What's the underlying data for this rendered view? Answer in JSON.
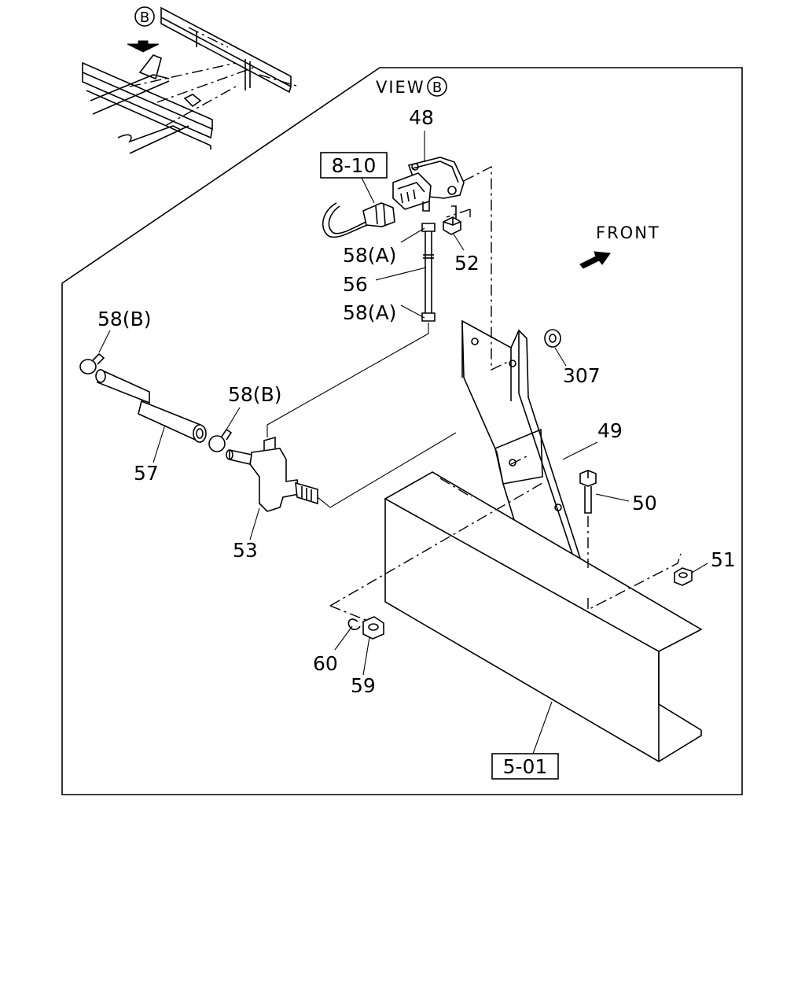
{
  "view": {
    "prefix": "VIEW",
    "marker": "B"
  },
  "inset_marker": "B",
  "front_label": "FRONT",
  "callouts": {
    "c48": "48",
    "c8_10": "8-10",
    "c58a_top": "58(A)",
    "c52": "52",
    "c56": "56",
    "c58a_bottom": "58(A)",
    "c58b_left": "58(B)",
    "c307": "307",
    "c58b_mid": "58(B)",
    "c49": "49",
    "c57": "57",
    "c50": "50",
    "c53": "53",
    "c51": "51",
    "c60": "60",
    "c59": "59",
    "c5_01": "5-01"
  }
}
